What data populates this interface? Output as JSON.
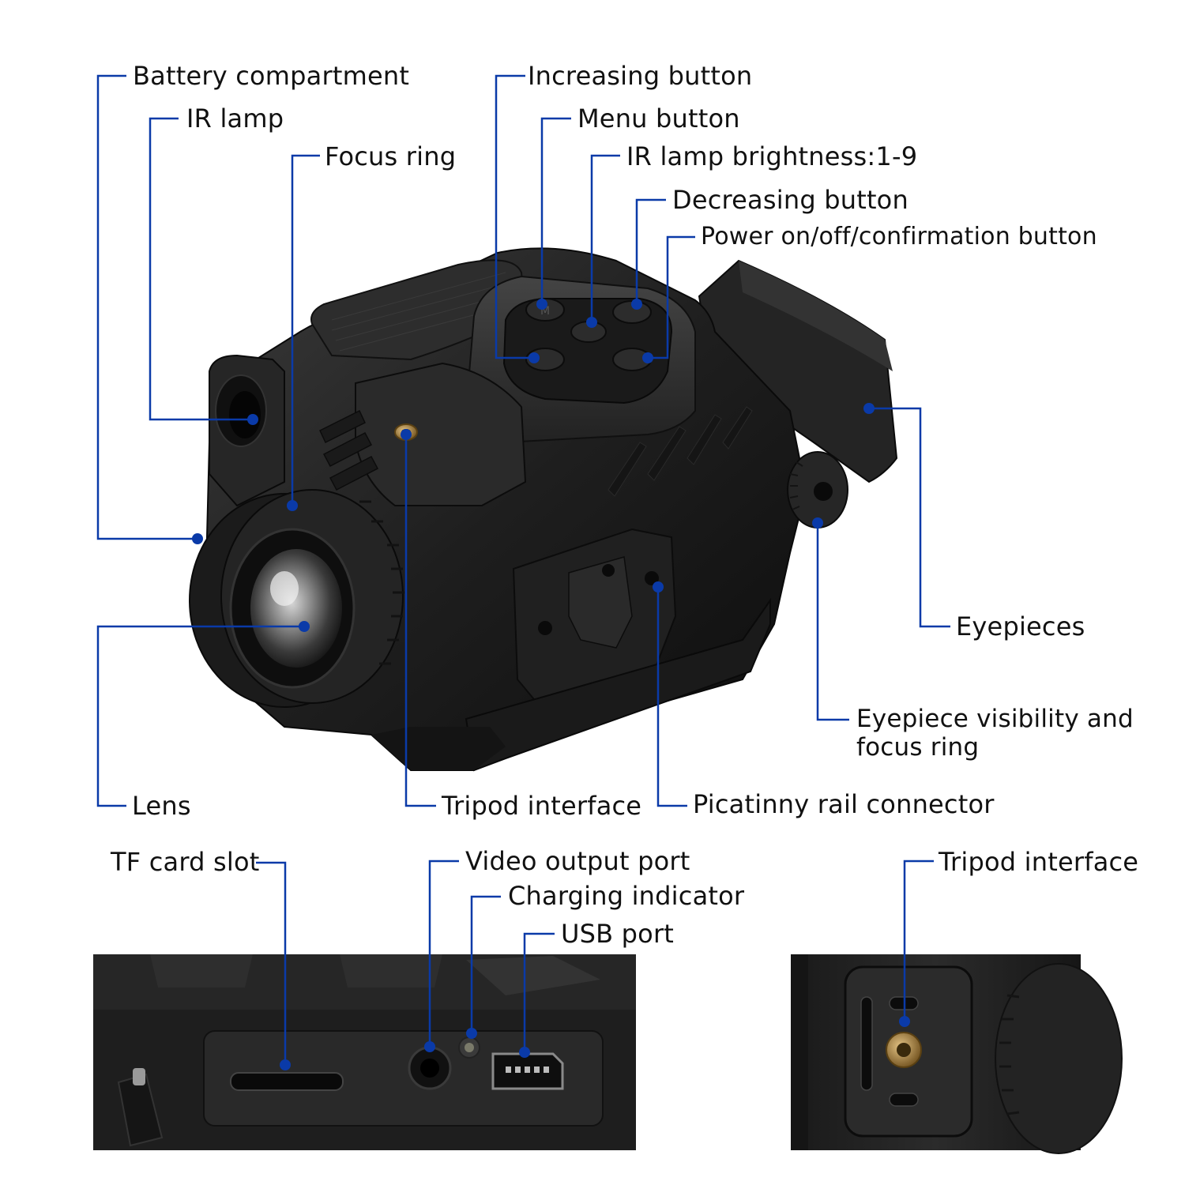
{
  "labels": {
    "battery": "Battery compartment",
    "ir_lamp": "IR lamp",
    "focus_ring": "Focus ring",
    "increasing": "Increasing button",
    "menu": "Menu button",
    "ir_brightness": "IR lamp brightness:1-9",
    "decreasing": "Decreasing button",
    "power": "Power on/off/confirmation button",
    "eyepieces": "Eyepieces",
    "eyepiece_focus_line1": "Eyepiece visibility and",
    "eyepiece_focus_line2": "focus ring",
    "lens": "Lens",
    "tripod_main": "Tripod interface",
    "picatinny": "Picatinny rail connector",
    "tf_card": "TF card slot",
    "video_out": "Video output port",
    "charging": "Charging indicator",
    "usb": "USB port",
    "tripod_inset": "Tripod interface"
  },
  "colors": {
    "leader": "#0a3aa8",
    "device": "#1c1c1c",
    "background": "#ffffff",
    "brass": "#b08a4a"
  },
  "buttons": {
    "menu_glyph": "M"
  }
}
